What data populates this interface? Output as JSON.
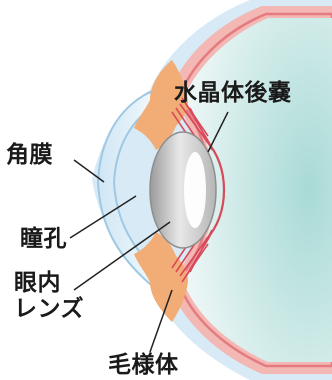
{
  "labels": {
    "cornea": "角膜",
    "pupil": "瞳孔",
    "lens_line1": "眼内",
    "lens_line2": "レンズ",
    "ciliary_body": "毛様体",
    "posterior_capsule": "水晶体後嚢"
  },
  "colors": {
    "eyeball_fill": "#e0f0f0",
    "eyeball_inner": "#bfe3e0",
    "sclera_outer": "#cfe6f4",
    "retina_red": "#ec8a8a",
    "retina_pink": "#f6c3c0",
    "cornea_blue": "#a9cfe8",
    "iris_orange": "#f2b07a",
    "zonule_red": "#d84c5c",
    "lens_gray": "#bdbdbd",
    "leader_line": "#222222"
  }
}
